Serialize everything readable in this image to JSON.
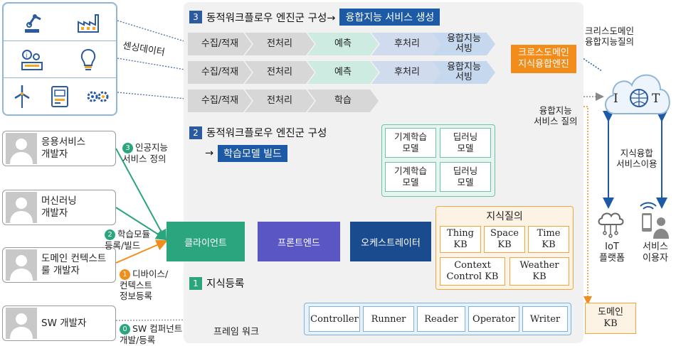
{
  "sensing_label": "센싱데이터",
  "sensors": [
    "robot-arm-icon",
    "factory-icon",
    "info-desk-icon",
    "lightbulb-icon",
    "wind-turbine-icon",
    "device-icon",
    "gears-icon"
  ],
  "persons": [
    {
      "line1": "응용서비스",
      "line2": "개발자"
    },
    {
      "line1": "머신러닝",
      "line2": "개발자"
    },
    {
      "line1": "도메인 컨텍스트",
      "line2": "룰 개발자"
    },
    {
      "line1": "SW 개발자",
      "line2": ""
    }
  ],
  "section3": {
    "num": "3",
    "title": "동적워크플로우 엔진군 구성→",
    "pill": "융합지능 서비스 생성"
  },
  "section2": {
    "num": "2",
    "title": "동적워크플로우 엔진군 구성",
    "arrow": "→",
    "pill": "학습모델 빌드"
  },
  "section1": {
    "num": "1",
    "title": "지식등록"
  },
  "pipeline": {
    "row1": [
      "수집/적재",
      "전처리",
      "예측",
      "후처리",
      "융합지능\n서빙"
    ],
    "row2": [
      "수집/적재",
      "전처리",
      "예측",
      "후처리",
      "융합지능\n서빙"
    ],
    "row3": [
      "수집/적재",
      "전처리",
      "학습"
    ]
  },
  "models": [
    "기계학습\n모델",
    "딥러닝\n모델",
    "기계학습\n모델",
    "딥러닝\n모델"
  ],
  "cross_engine": "크로스도메인\n지식융합엔진",
  "cross_query": "크리스도메인\n융합지능질의",
  "iot": {
    "i": "I",
    "t": "T"
  },
  "service_query": "융합지능\n서비스 질의",
  "knowledge_service": "지식융합\n서비스이용",
  "iot_platform": "IoT\n플랫폼",
  "service_user": "서비스\n이용자",
  "components": {
    "client": "클라이언트",
    "frontend": "프론트엔드",
    "orchestrator": "오케스트레이터"
  },
  "kb_panel": {
    "title": "지식질의",
    "thing": "Thing\nKB",
    "space": "Space\nKB",
    "time": "Time\nKB",
    "context": "Context\nControl KB",
    "weather": "Weather\nKB"
  },
  "domain_kb": "도메인\nKB",
  "framework": {
    "label": "프레임 워크",
    "items": [
      "Controller",
      "Runner",
      "Reader",
      "Operator",
      "Writer"
    ]
  },
  "steps": {
    "s3": {
      "num": "3",
      "text": "인공지능\n서비스 정의"
    },
    "s2": {
      "num": "2",
      "text": "학습모듈\n등록/빌드"
    },
    "s1": {
      "num": "1",
      "text": "디바이스/\n컨텍스트\n정보등록"
    },
    "s0": {
      "num": "0",
      "text": "SW 컴퍼넌트\n개발/등록"
    }
  },
  "colors": {
    "green": "#2aa57e",
    "orange": "#f28c1b",
    "blue": "#1c5aa6",
    "purple": "#5a57c4",
    "navy": "#1b4b8f"
  }
}
